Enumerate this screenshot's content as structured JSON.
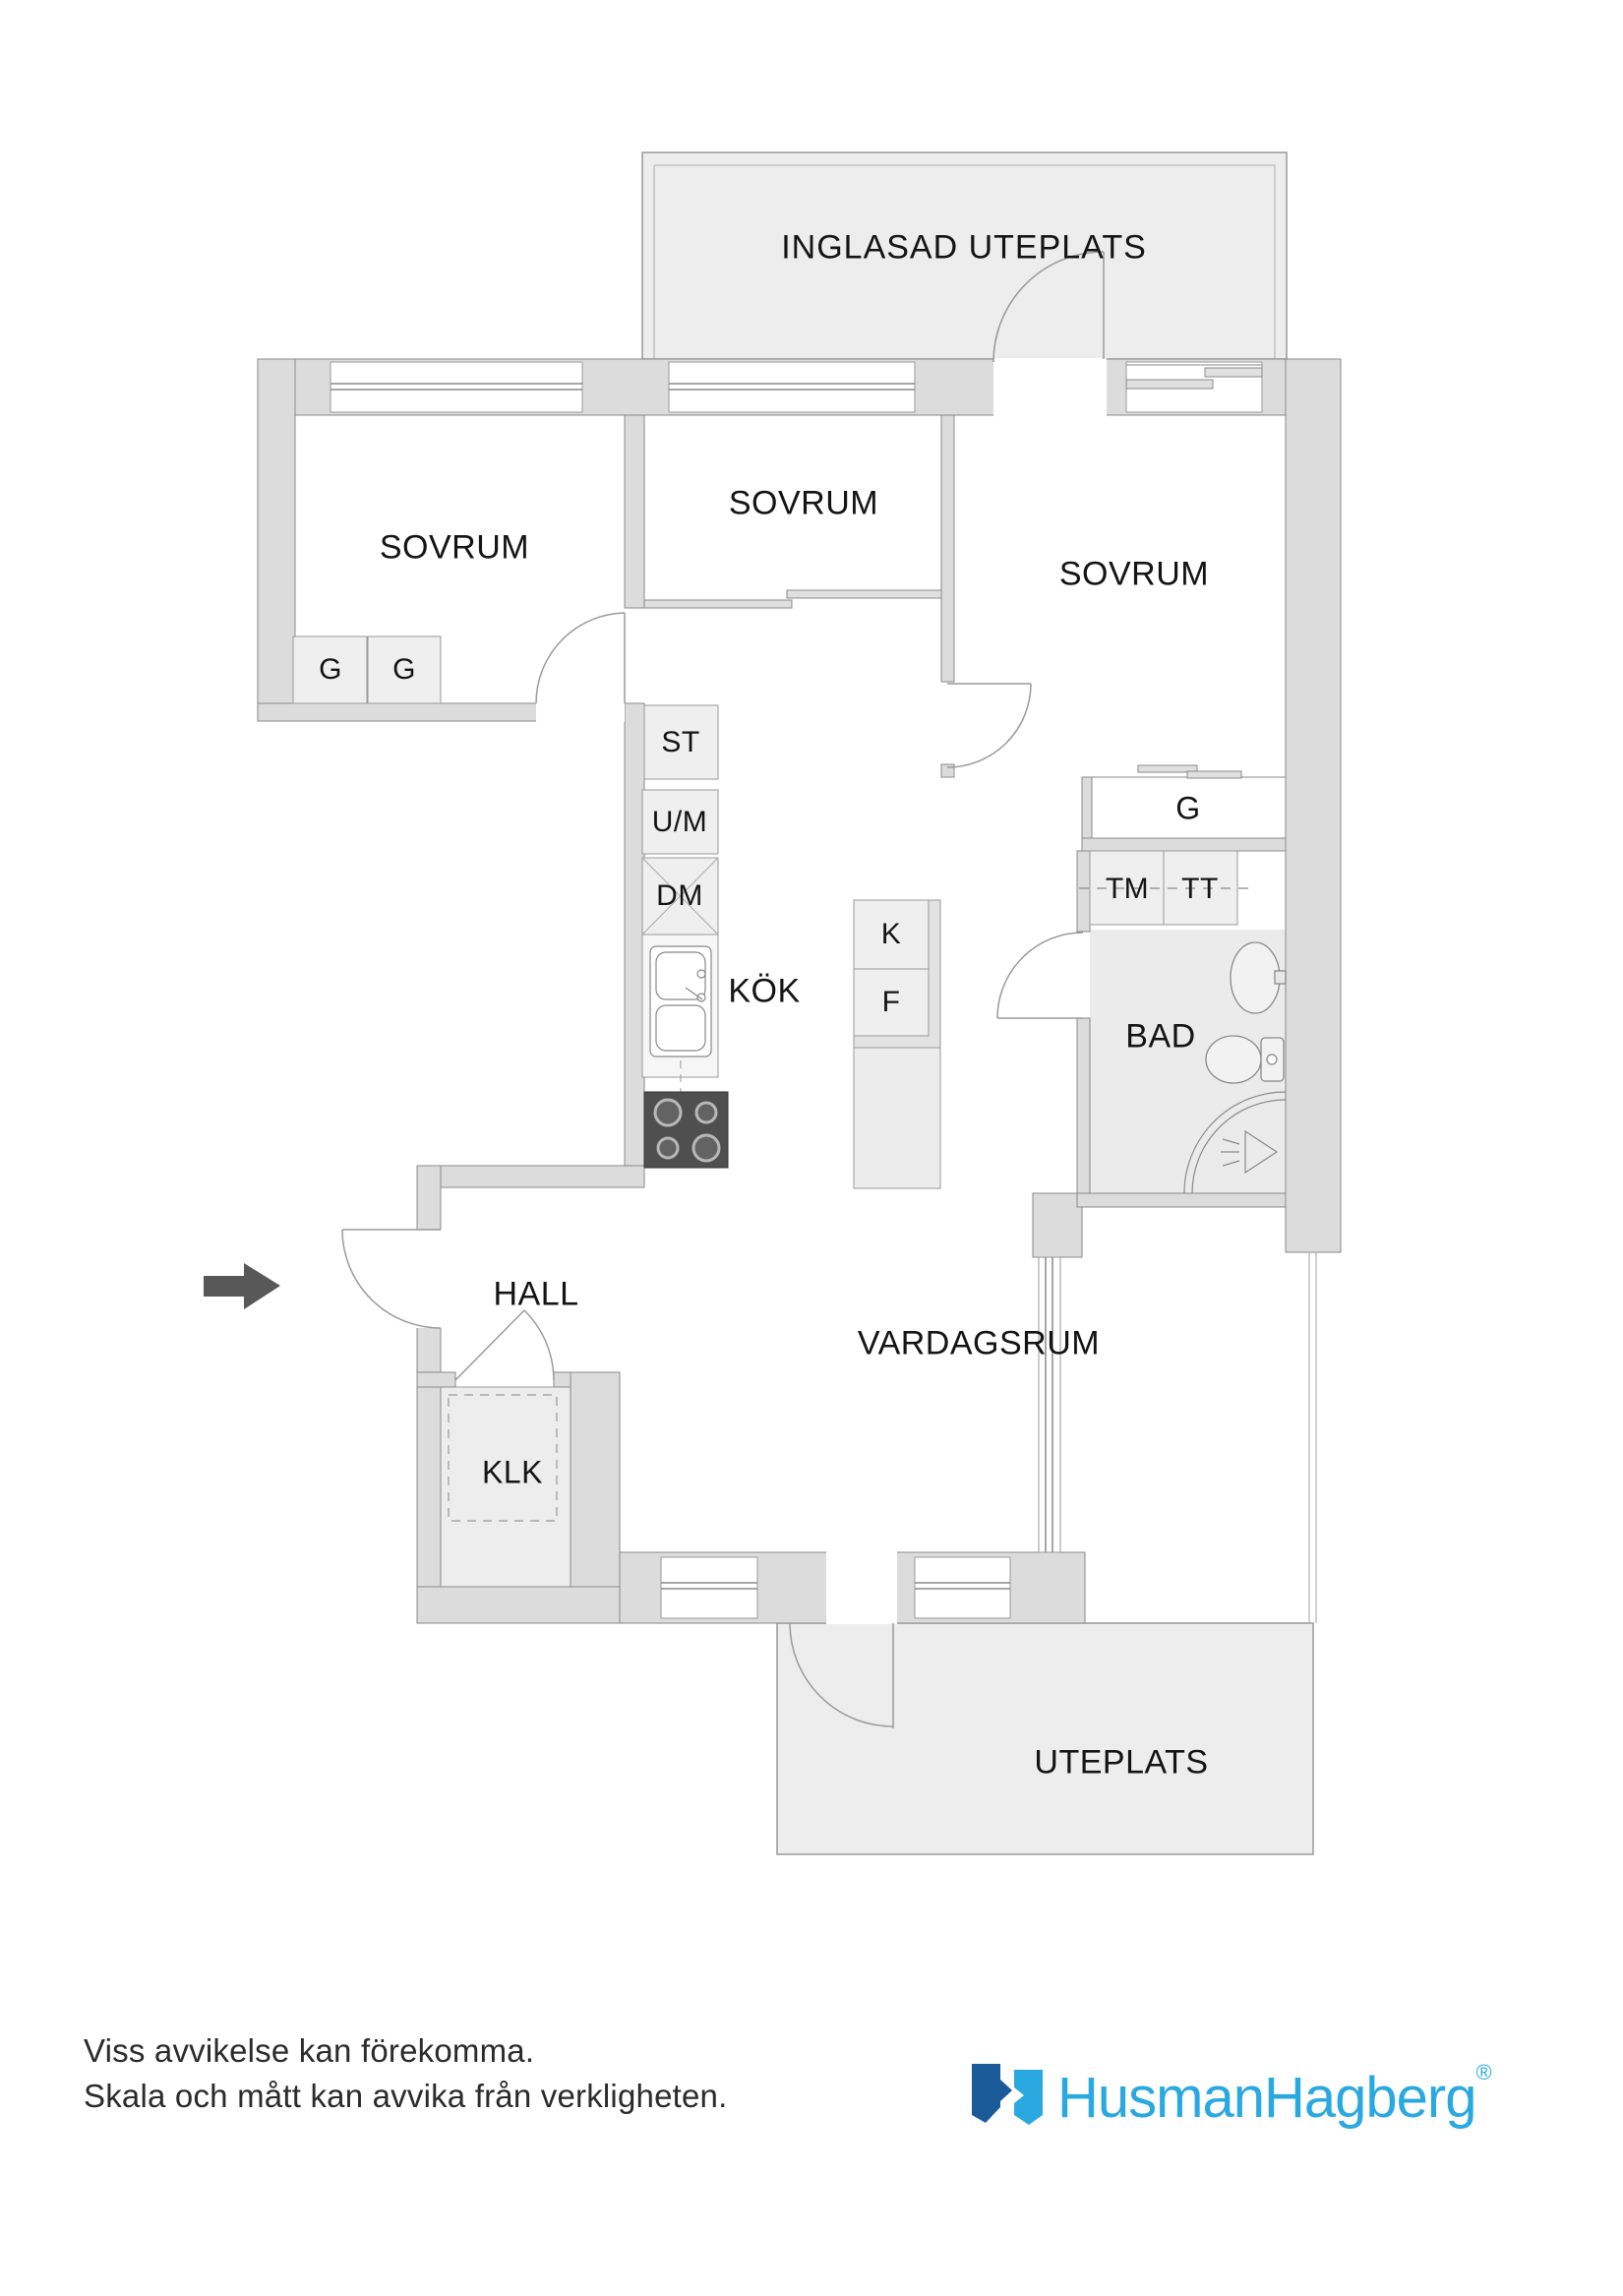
{
  "plan": {
    "labels": {
      "inglasad_uteplats": "INGLASAD UTEPLATS",
      "sovrum": "SOVRUM",
      "kok": "KÖK",
      "bad": "BAD",
      "hall": "HALL",
      "klk": "KLK",
      "vardagsrum": "VARDAGSRUM",
      "uteplats": "UTEPLATS"
    },
    "appliances": {
      "g": "G",
      "st": "ST",
      "um": "U/M",
      "dm": "DM",
      "k": "K",
      "f": "F",
      "tm": "TM",
      "tt": "TT"
    }
  },
  "footer": {
    "line1": "Viss avvikelse kan förekomma.",
    "line2": "Skala och mått kan avvika från verkligheten."
  },
  "brand": {
    "name": "HusmanHagberg",
    "registered_mark": "®"
  },
  "colors": {
    "wall": "#dcdcdc",
    "wall_edge": "#8a8a8a",
    "floor_light": "#ededed",
    "bath_floor": "#ebebeb",
    "box_fill": "#efefef",
    "stove": "#4f4f4f",
    "arrow": "#585858",
    "brand_light_blue": "#2aa9e0",
    "brand_dark_blue": "#1a5a99"
  }
}
